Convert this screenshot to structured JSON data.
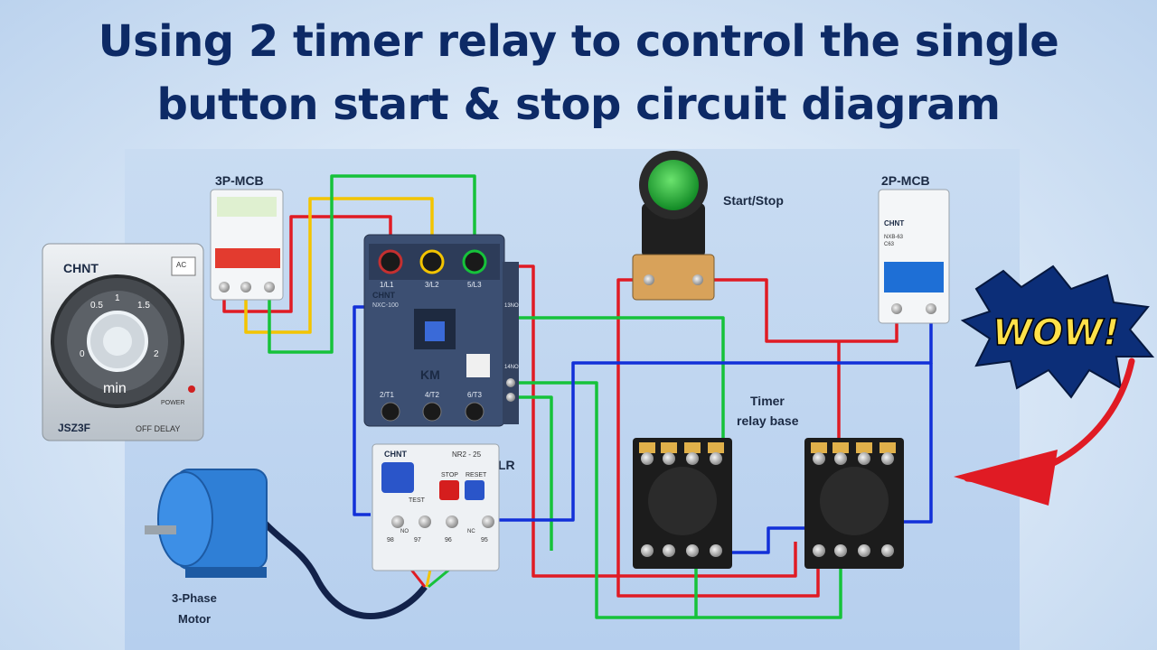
{
  "title": {
    "line1": "Using 2 timer relay to control the single",
    "line2": "button start & stop circuit diagram"
  },
  "labels": {
    "mcb3p": "3P-MCB",
    "mcb2p": "2P-MCB",
    "start_stop": "Start/Stop",
    "timer_base_line1": "Timer",
    "timer_base_line2": "relay base",
    "olr": "OLR",
    "km": "KM",
    "motor_line1": "3-Phase",
    "motor_line2": "Motor",
    "wow": "WOW!"
  },
  "device_text": {
    "chnt": "CHNT",
    "contactor_model": "NXC-100",
    "olr_model": "NR2 - 25",
    "olr_test": "TEST",
    "olr_stop": "STOP",
    "olr_reset": "RESET",
    "timer_model": "JSZ3F",
    "timer_mode": "OFF DELAY",
    "timer_unit": "min",
    "timer_power": "POWER",
    "timer_ac": "AC",
    "scale_0": "0",
    "scale_05": "0.5",
    "scale_1": "1",
    "scale_15": "1.5",
    "scale_2": "2",
    "t_1l1": "1/L1",
    "t_3l2": "3/L2",
    "t_5l3": "5/L3",
    "t_2t1": "2/T1",
    "t_4t2": "4/T2",
    "t_6t3": "6/T3",
    "t_no13": "13NO",
    "t_no14": "14NO",
    "olr_98": "98",
    "olr_97": "97",
    "olr_96": "96",
    "olr_95": "95",
    "olr_no": "NO",
    "olr_nc": "NC",
    "mcb2p_model": "NXB-63",
    "mcb2p_rating": "C63"
  },
  "colors": {
    "title": "#0d2a66",
    "wire_red": "#e01b24",
    "wire_yellow": "#f3c400",
    "wire_green": "#16c23a",
    "wire_blue": "#1230d8",
    "contactor_body": "#3c4f72",
    "arrow_red": "#e01b24",
    "wow_yellow": "#ffe14a"
  }
}
